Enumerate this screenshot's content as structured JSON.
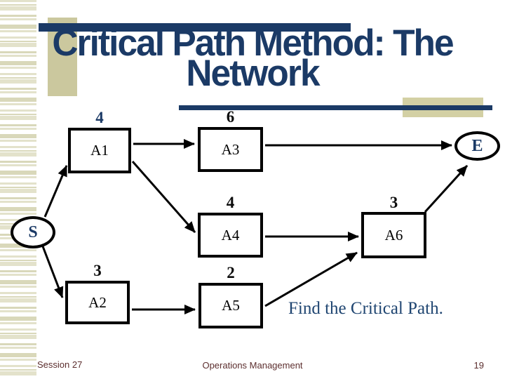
{
  "title": {
    "line1": "Critical Path Method: The",
    "line2": "Network"
  },
  "prompt_text": "Find the Critical Path.",
  "footer": {
    "session": "Session 27",
    "center": "Operations Management",
    "page_number": "19"
  },
  "colors": {
    "navy": "#1b3a66",
    "tan": "#cfcca0",
    "stripe": "#dfdec4",
    "footer_maroon": "#5c2e2e",
    "line_black": "#000000"
  },
  "diagram": {
    "start_node": {
      "label": "S"
    },
    "end_node": {
      "label": "E"
    },
    "activities": {
      "A1": {
        "label": "A1",
        "duration": "4"
      },
      "A2": {
        "label": "A2",
        "duration": "3"
      },
      "A3": {
        "label": "A3",
        "duration": "6"
      },
      "A4": {
        "label": "A4",
        "duration": "4"
      },
      "A5": {
        "label": "A5",
        "duration": "2"
      },
      "A6": {
        "label": "A6",
        "duration": "3"
      }
    },
    "edges": [
      [
        "S",
        "A1"
      ],
      [
        "S",
        "A2"
      ],
      [
        "A1",
        "A3"
      ],
      [
        "A1",
        "A4"
      ],
      [
        "A2",
        "A5"
      ],
      [
        "A3",
        "E"
      ],
      [
        "A4",
        "A6"
      ],
      [
        "A5",
        "A6"
      ],
      [
        "A6",
        "E"
      ]
    ]
  }
}
